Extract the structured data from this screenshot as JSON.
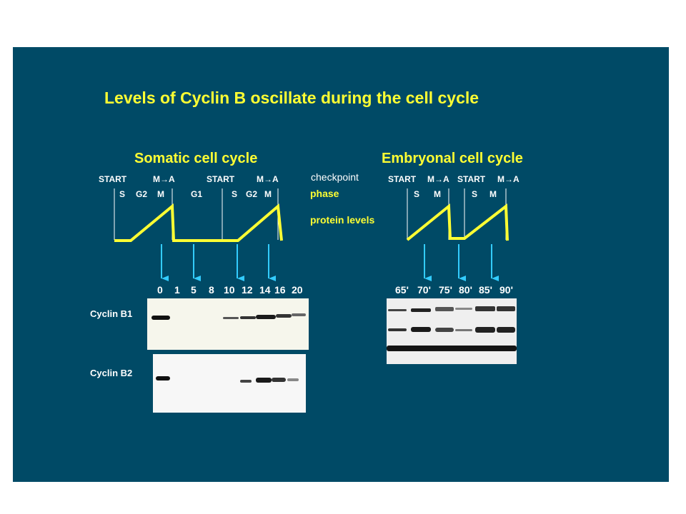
{
  "slide": {
    "title": "Levels of Cyclin B oscillate during the cell cycle",
    "somatic": {
      "title": "Somatic cell cycle",
      "checkpoints": [
        "START",
        "M→A",
        "START",
        "M→A"
      ],
      "phases": [
        "S",
        "G2",
        "M",
        "G1",
        "S",
        "G2",
        "M"
      ],
      "time_labels": [
        "0",
        "1",
        "5",
        "8",
        "10",
        "12",
        "14",
        "16",
        "20"
      ]
    },
    "embryonal": {
      "title": "Embryonal cell cycle",
      "checkpoints": [
        "START",
        "M→A",
        "START",
        "M→A"
      ],
      "phases": [
        "S",
        "M",
        "S",
        "M"
      ],
      "time_labels": [
        "65'",
        "70'",
        "75'",
        "80'",
        "85'",
        "90'"
      ]
    },
    "legend": {
      "checkpoint": "checkpoint",
      "phase": "phase",
      "protein_levels": "protein levels"
    },
    "blots": {
      "cyclin_b1": "Cyclin B1",
      "cyclin_b2": "Cyclin B2"
    },
    "colors": {
      "background": "#004a66",
      "title_text": "#ffff33",
      "label_text": "#ffffff",
      "arrow": "#33ccff",
      "curve": "#ffff33"
    }
  }
}
